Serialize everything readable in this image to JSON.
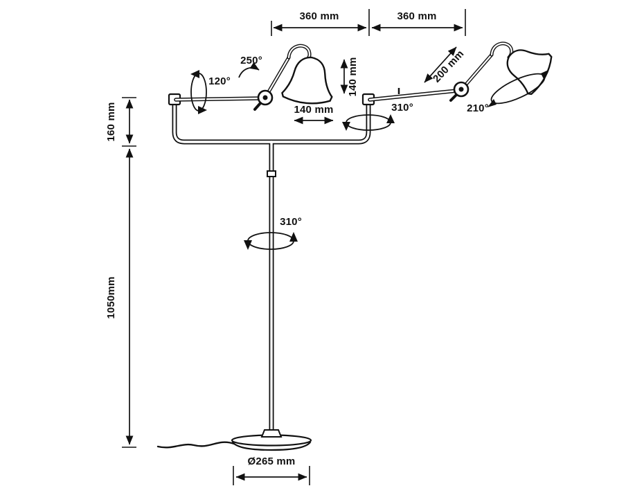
{
  "diagram": {
    "background_color": "#ffffff",
    "ink_color": "#111111",
    "dimensions": {
      "span_left": "360 mm",
      "span_right": "360 mm",
      "upper_section_height": "160 mm",
      "pole_height": "1050mm",
      "left_shade_height": "140 mm",
      "left_shade_width": "140 mm",
      "right_arm_length": "200 mm",
      "base_diameter": "Ø265 mm"
    },
    "angles": {
      "left_shade_rotation": "250°",
      "left_arm_rotation": "120°",
      "right_arm_swivel": "310°",
      "right_shade_rotation": "210°",
      "pole_swivel": "310°"
    }
  }
}
